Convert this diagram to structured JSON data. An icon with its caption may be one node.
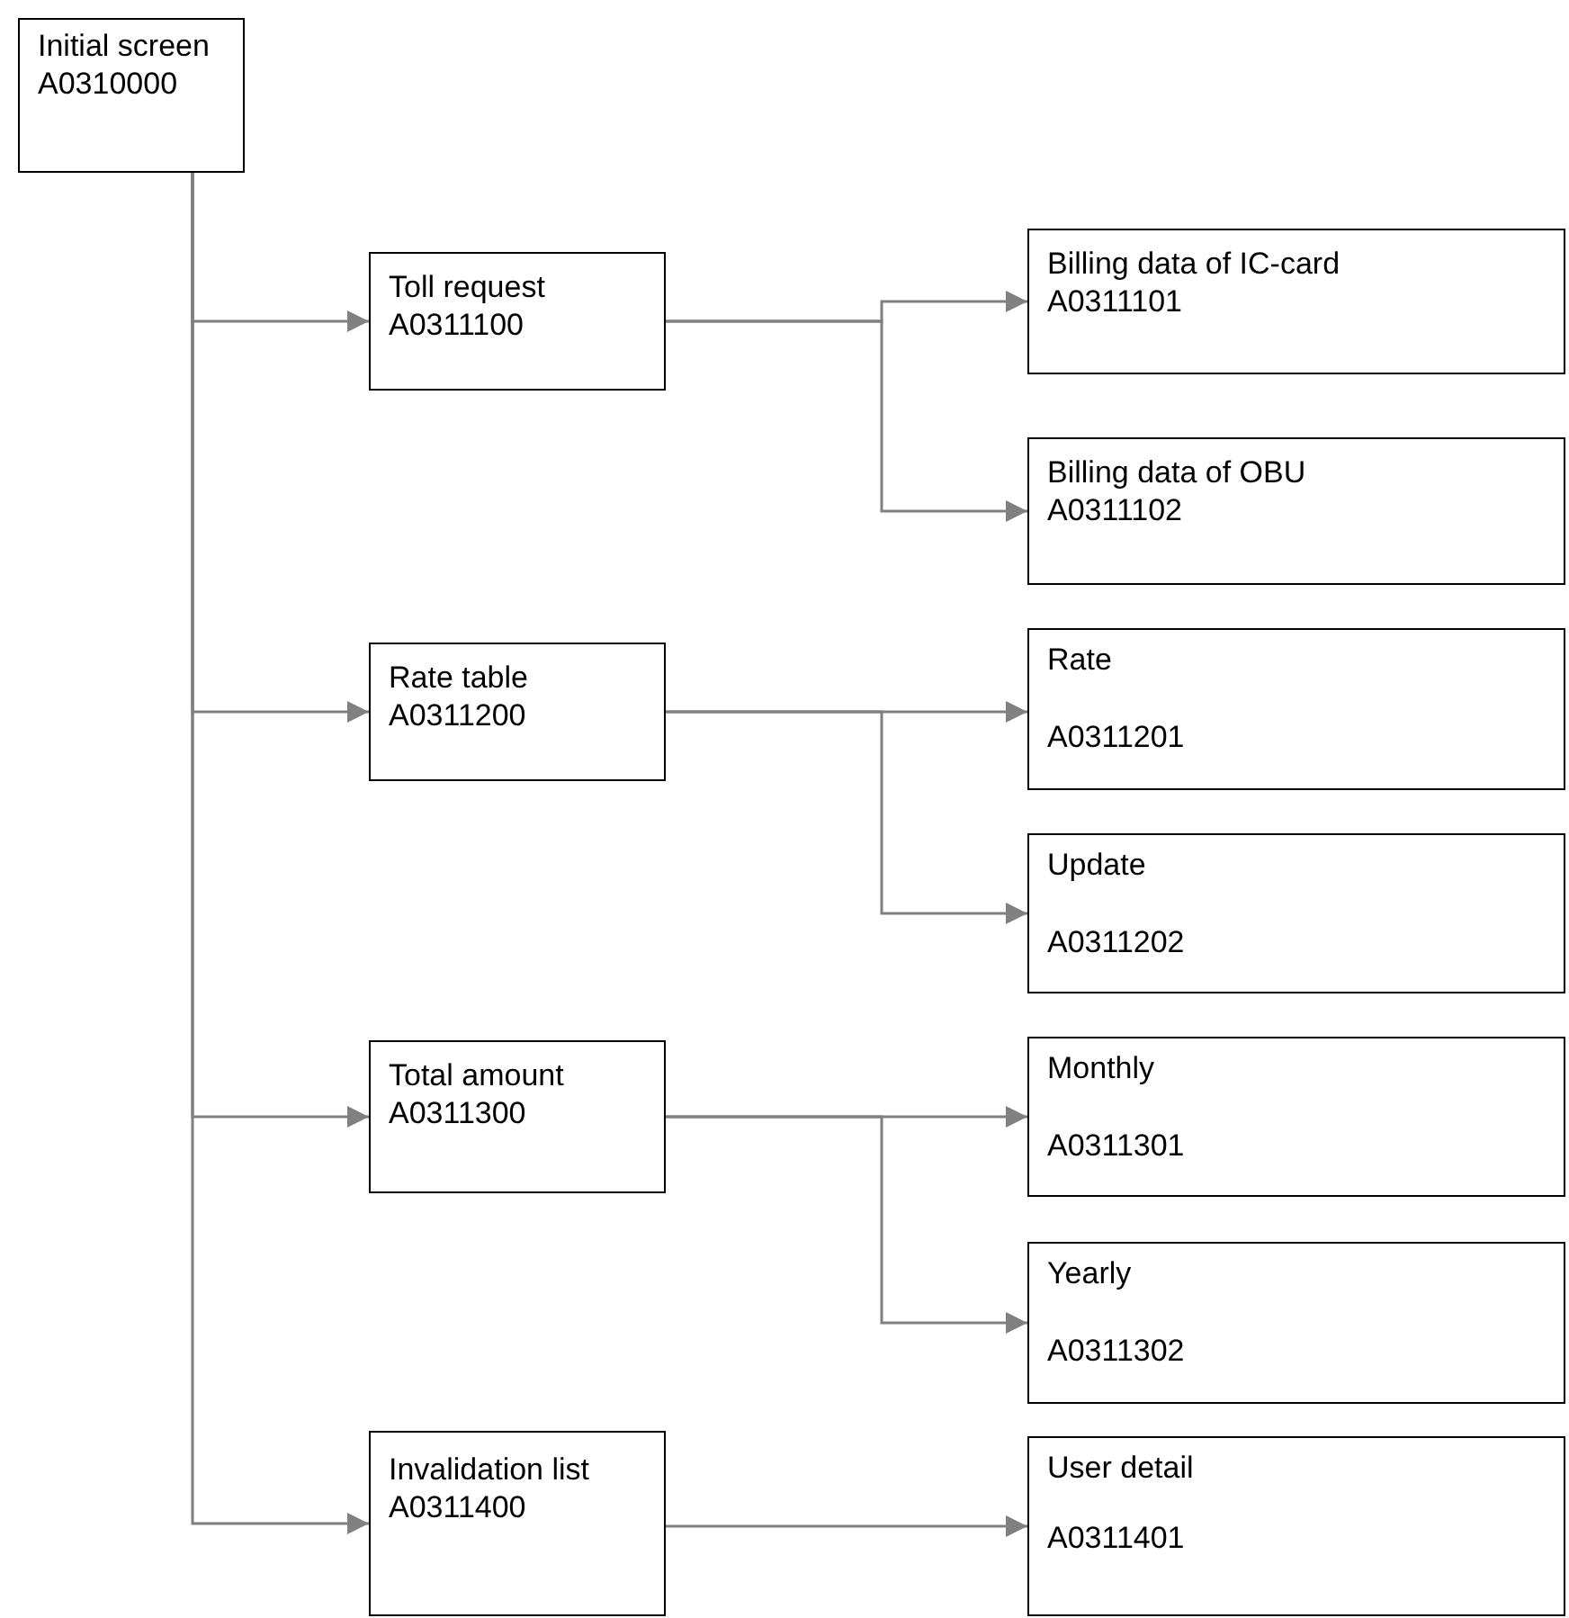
{
  "diagram": {
    "nodes": [
      {
        "text": [
          "Initial screen",
          "A0310000"
        ]
      },
      {
        "text": [
          "Toll request",
          "A0311100"
        ]
      },
      {
        "text": [
          "Billing data of IC-card",
          "A0311101"
        ]
      },
      {
        "text": [
          "Billing data of OBU",
          "A0311102"
        ]
      },
      {
        "text": [
          "Rate table",
          "A0311200"
        ]
      },
      {
        "text": [
          "Rate",
          "A0311201"
        ]
      },
      {
        "text": [
          "Update",
          "A0311202"
        ]
      },
      {
        "text": [
          "Total amount",
          "A0311300"
        ]
      },
      {
        "text": [
          "Monthly",
          "A0311301"
        ]
      },
      {
        "text": [
          "Yearly",
          "A0311302"
        ]
      },
      {
        "text": [
          "Invalidation list",
          "A0311400"
        ]
      },
      {
        "text": [
          "User detail",
          "A0311401"
        ]
      }
    ],
    "edges": [
      {
        "from": 0,
        "to": 1,
        "arrow": "to"
      },
      {
        "from": 1,
        "to": 2,
        "arrow": "to"
      },
      {
        "from": 1,
        "to": 3,
        "arrow": "to"
      },
      {
        "from": 0,
        "to": 4,
        "arrow": "to"
      },
      {
        "from": 4,
        "to": 5,
        "arrow": "to"
      },
      {
        "from": 4,
        "to": 6,
        "arrow": "to"
      },
      {
        "from": 0,
        "to": 7,
        "arrow": "to"
      },
      {
        "from": 7,
        "to": 8,
        "arrow": "to"
      },
      {
        "from": 7,
        "to": 9,
        "arrow": "to"
      },
      {
        "from": 0,
        "to": 10,
        "arrow": "to"
      },
      {
        "from": 10,
        "to": 11,
        "arrow": "to"
      }
    ]
  }
}
